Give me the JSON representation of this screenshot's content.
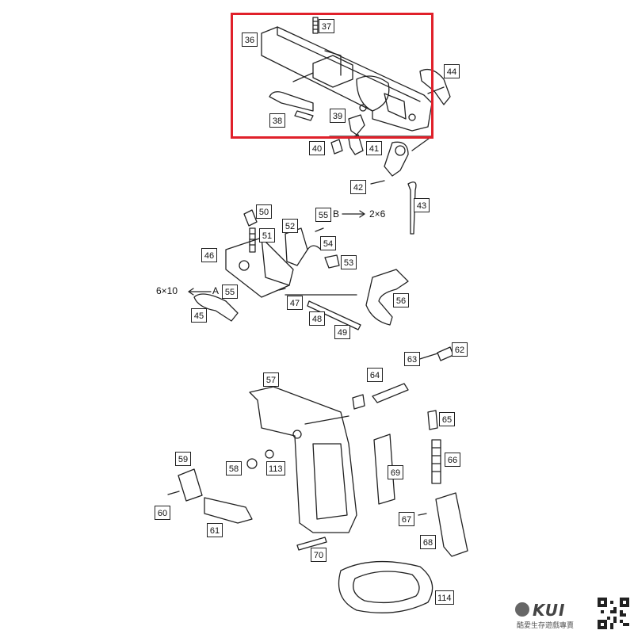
{
  "parts": [
    "36",
    "37",
    "38",
    "39",
    "40",
    "41",
    "42",
    "43",
    "44",
    "45",
    "46",
    "47",
    "48",
    "49",
    "50",
    "51",
    "52",
    "53",
    "54",
    "55",
    "55",
    "56",
    "57",
    "58",
    "59",
    "60",
    "61",
    "62",
    "63",
    "64",
    "65",
    "66",
    "67",
    "68",
    "69",
    "70",
    "113",
    "114"
  ],
  "notes": {
    "screw_b": "B",
    "screw_b_size": "2×6",
    "screw_a": "A",
    "screw_a_size": "6×10"
  },
  "highlight_color": "#e0202a",
  "logo": {
    "mark": "KUI",
    "tagline": "酷愛生存遊戲專賣"
  },
  "icons": [
    "arrow-right-icon",
    "arrow-left-icon",
    "qr-code-icon"
  ]
}
